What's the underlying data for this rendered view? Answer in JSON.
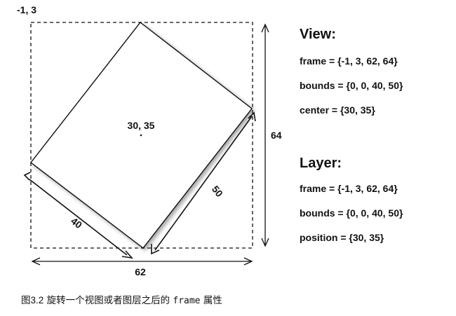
{
  "diagram": {
    "origin_label": "-1, 3",
    "center_label": "30, 35",
    "side_label_40": "40",
    "side_label_50": "50",
    "width_label": "62",
    "height_label": "64"
  },
  "view": {
    "heading": "View:",
    "frame": "frame = {-1, 3, 62, 64}",
    "bounds": "bounds = {0, 0, 40, 50}",
    "center": "center = {30, 35}"
  },
  "layer": {
    "heading": "Layer:",
    "frame": "frame = {-1, 3, 62, 64}",
    "bounds": "bounds = {0, 0, 40, 50}",
    "position": "position = {30, 35}"
  },
  "caption": {
    "figure_number": "图3.2",
    "text_before": "旋转一个视图或者图层之后的",
    "code": "frame",
    "text_after": "属性"
  }
}
